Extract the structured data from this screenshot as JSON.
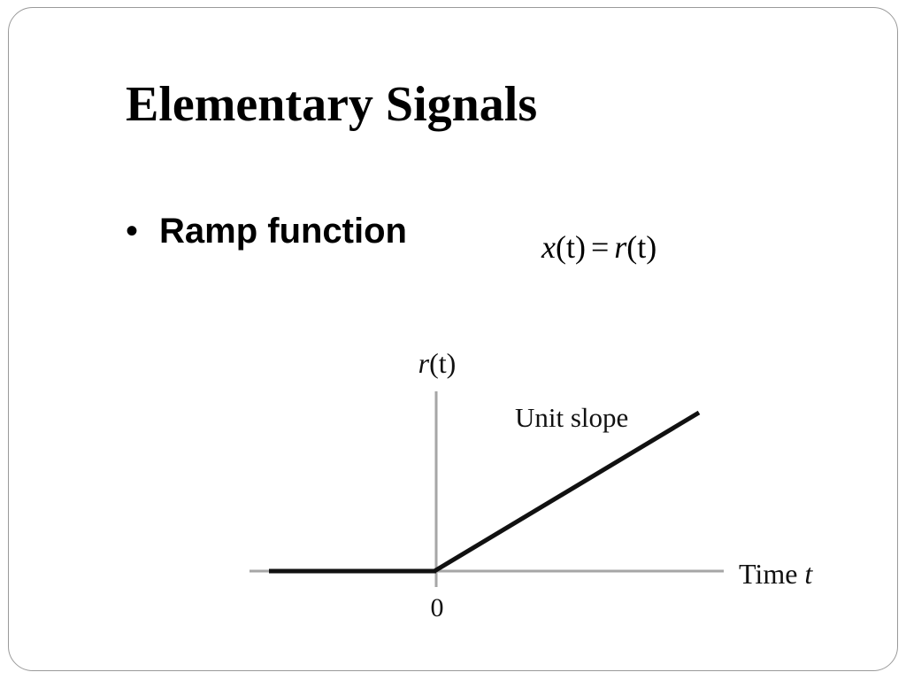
{
  "slide": {
    "title": "Elementary Signals",
    "bullet": {
      "marker": "•",
      "text": "Ramp function"
    },
    "equation": {
      "lhs_symbol": "x",
      "lhs_arg": "(t)",
      "operator": "=",
      "rhs_symbol": "r",
      "rhs_arg": "(t)"
    }
  },
  "figure": {
    "y_axis_label_symbol": "r",
    "y_axis_label_arg": "(t)",
    "x_axis_label_word": "Time ",
    "x_axis_label_var": "t",
    "origin_label": "0",
    "slope_annotation": "Unit slope",
    "axis_color": "#a6a6a6",
    "signal_color": "#111111"
  }
}
